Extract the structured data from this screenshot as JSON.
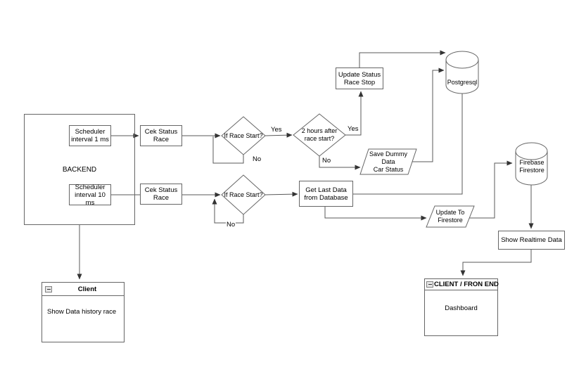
{
  "canvas": {
    "width": "833",
    "height": "539",
    "background": "#ffffff"
  },
  "colors": {
    "shape_border": "#666666",
    "connector": "#595959",
    "arrowhead": "#333333",
    "text": "#000000"
  },
  "nodes": {
    "backend": {
      "label": "BACKEND"
    },
    "scheduler_1ms": {
      "label": "Scheduler\ninterval 1 ms"
    },
    "scheduler_10ms": {
      "label": "Scheduler\ninterval 10 ms"
    },
    "cek_status_race_1": {
      "label": "Cek Status\nRace"
    },
    "cek_status_race_2": {
      "label": "Cek Status\nRace"
    },
    "if_race_start_1": {
      "label": "If Race Start?"
    },
    "two_hours_after": {
      "label": "2 hours after\nrace start?"
    },
    "if_race_start_2": {
      "label": "If Race Start?"
    },
    "update_status_race_stop": {
      "label": "Update Status\nRace Stop"
    },
    "save_dummy_data": {
      "label": "Save Dummy\nData\nCar Status"
    },
    "get_last_data": {
      "label": "Get Last Data\nfrom Database"
    },
    "update_to_firestore": {
      "label": "Update To\nFirestore"
    },
    "postgresql_db": {
      "label": "Postgresql"
    },
    "firebase_db": {
      "label": "Firebase\nFirestore"
    },
    "show_realtime_data": {
      "label": "Show Realtime Data"
    },
    "client_frontend": {
      "title": "CLIENT / FRON END",
      "body": "Dashboard"
    },
    "client": {
      "title": "Client",
      "body": "Show Data history race"
    }
  },
  "edge_labels": {
    "yes_1": "Yes",
    "no_1": "No",
    "yes_2": "Yes",
    "no_2": "No",
    "no_3": "No"
  }
}
